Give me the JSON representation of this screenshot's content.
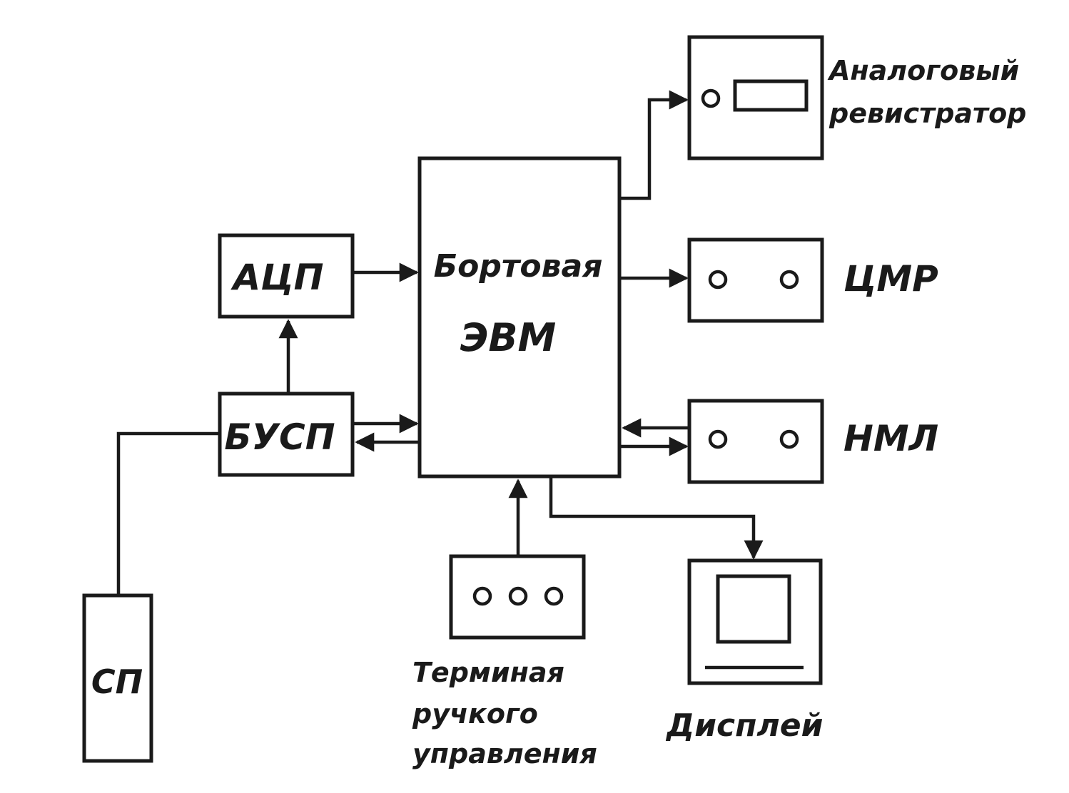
{
  "blocks": {
    "computer": {
      "line1": "Бортовая",
      "line2": "ЭВМ"
    },
    "adc": "АЦП",
    "busp": "БУСП",
    "sp": "СП",
    "cmr": "ЦМР",
    "nmp": "НМЛ",
    "recorder": {
      "line1": "Аналоговый",
      "line2": "ревистратор"
    },
    "terminal": {
      "line1": "Терминая",
      "line2": "ручкого",
      "line3": "управления"
    },
    "display": "Дисплей"
  }
}
